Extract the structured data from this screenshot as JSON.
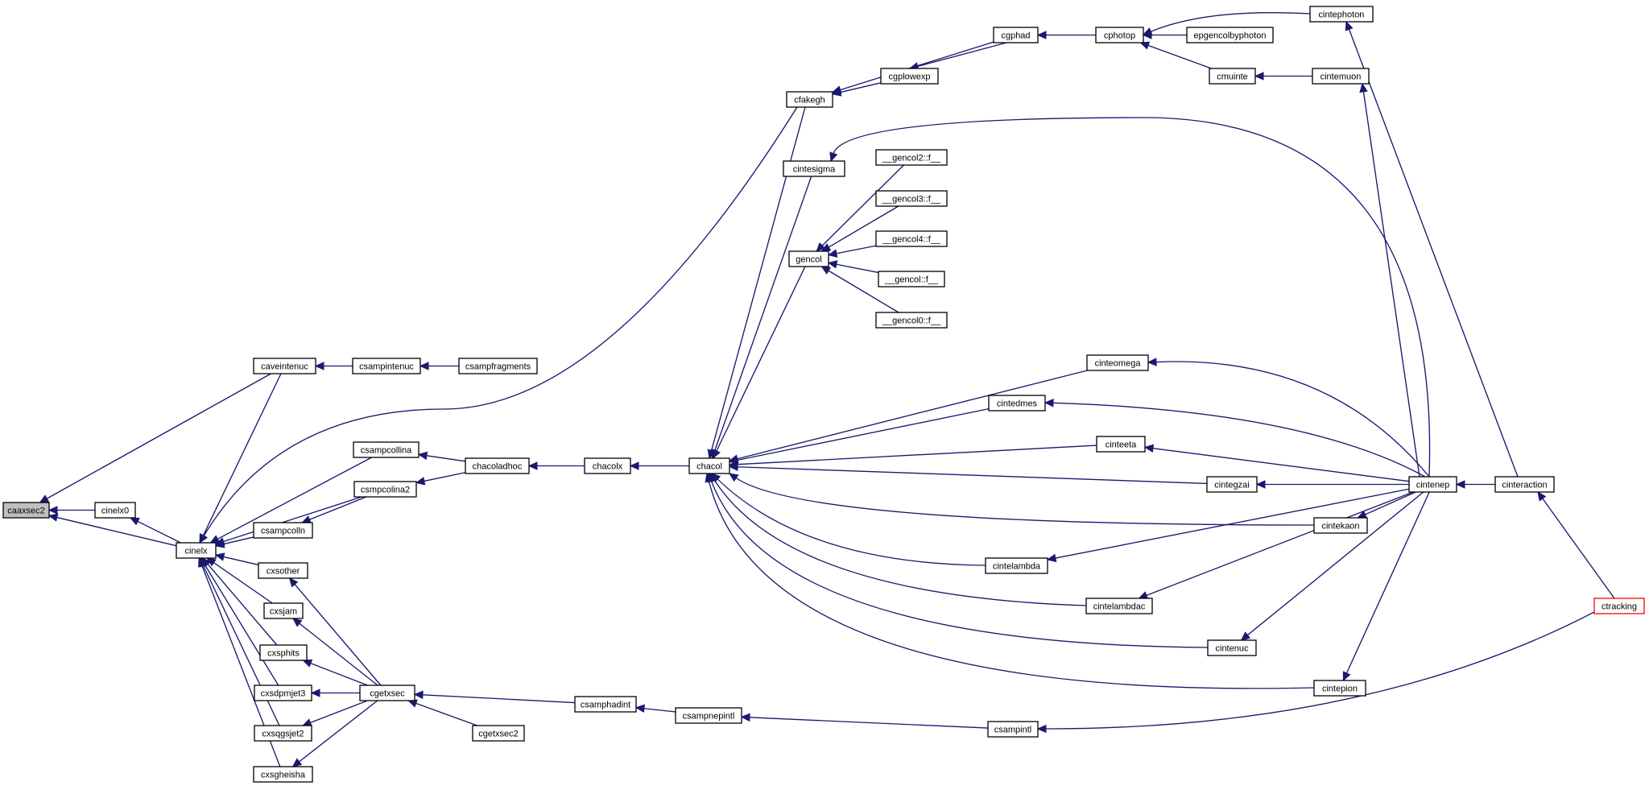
{
  "graph": {
    "edge_color": "#191970",
    "node_border_color": "#000000",
    "root_fill": "#bfbfbf",
    "highlight_color": "#ff0000",
    "nodes": [
      {
        "id": "caaxsec2",
        "label": "caaxsec2",
        "style": "root"
      },
      {
        "id": "cinelx0",
        "label": "cinelx0"
      },
      {
        "id": "cinelx",
        "label": "cinelx"
      },
      {
        "id": "caveintenuc",
        "label": "caveintenuc"
      },
      {
        "id": "csampintenuc",
        "label": "csampintenuc"
      },
      {
        "id": "csampfragments",
        "label": "csampfragments"
      },
      {
        "id": "csampcollina",
        "label": "csampcollina"
      },
      {
        "id": "csmpcolina2",
        "label": "csmpcolina2"
      },
      {
        "id": "csampcolln",
        "label": "csampcolln"
      },
      {
        "id": "cxsother",
        "label": "cxsother"
      },
      {
        "id": "cxsjam",
        "label": "cxsjam"
      },
      {
        "id": "cxsphits",
        "label": "cxsphits"
      },
      {
        "id": "cxsdpmjet3",
        "label": "cxsdpmjet3"
      },
      {
        "id": "cxsqgsjet2",
        "label": "cxsqgsjet2"
      },
      {
        "id": "cxsgheisha",
        "label": "cxsgheisha"
      },
      {
        "id": "cgetxsec",
        "label": "cgetxsec"
      },
      {
        "id": "cgetxsec2",
        "label": "cgetxsec2"
      },
      {
        "id": "chacoladhoc",
        "label": "chacoladhoc"
      },
      {
        "id": "chacolx",
        "label": "chacolx"
      },
      {
        "id": "chacol",
        "label": "chacol"
      },
      {
        "id": "cfakegh",
        "label": "cfakegh"
      },
      {
        "id": "cgplowexp",
        "label": "cgplowexp"
      },
      {
        "id": "cgphad",
        "label": "cgphad"
      },
      {
        "id": "cphotop",
        "label": "cphotop"
      },
      {
        "id": "cintephoton",
        "label": "cintephoton"
      },
      {
        "id": "epgencolbyphoton",
        "label": "epgencolbyphoton"
      },
      {
        "id": "cmuinte",
        "label": "cmuinte"
      },
      {
        "id": "cintemuon",
        "label": "cintemuon"
      },
      {
        "id": "cintesigma",
        "label": "cintesigma"
      },
      {
        "id": "gencol",
        "label": "gencol"
      },
      {
        "id": "gencol2",
        "label": "__gencol2::f__"
      },
      {
        "id": "gencol3",
        "label": "__gencol3::f__"
      },
      {
        "id": "gencol4",
        "label": "__gencol4::f__"
      },
      {
        "id": "gencol1",
        "label": "__gencol::f__"
      },
      {
        "id": "gencol0",
        "label": "__gencol0::f__"
      },
      {
        "id": "cinteomega",
        "label": "cinteomega"
      },
      {
        "id": "cintedmes",
        "label": "cintedmes"
      },
      {
        "id": "cinteeta",
        "label": "cinteeta"
      },
      {
        "id": "cintegzai",
        "label": "cintegzai"
      },
      {
        "id": "cintekaon",
        "label": "cintekaon"
      },
      {
        "id": "cintelambda",
        "label": "cintelambda"
      },
      {
        "id": "cintelambdac",
        "label": "cintelambdac"
      },
      {
        "id": "cintenuc",
        "label": "cintenuc"
      },
      {
        "id": "cintepion",
        "label": "cintepion"
      },
      {
        "id": "cintenep",
        "label": "cintenep"
      },
      {
        "id": "cinteraction",
        "label": "cinteraction"
      },
      {
        "id": "ctracking",
        "label": "ctracking",
        "style": "highlight"
      },
      {
        "id": "csamphadint",
        "label": "csamphadint"
      },
      {
        "id": "csampnepintl",
        "label": "csampnepintl"
      },
      {
        "id": "csampintl",
        "label": "csampintl"
      }
    ],
    "edges": [
      {
        "from": "caaxsec2",
        "to": "cinelx0"
      },
      {
        "from": "caaxsec2",
        "to": "caveintenuc"
      },
      {
        "from": "caaxsec2",
        "to": "cinelx"
      },
      {
        "from": "cinelx0",
        "to": "cinelx"
      },
      {
        "from": "cinelx",
        "to": "caveintenuc"
      },
      {
        "from": "cinelx",
        "to": "cfakegh"
      },
      {
        "from": "cinelx",
        "to": "csampcollina"
      },
      {
        "from": "cinelx",
        "to": "csmpcolina2"
      },
      {
        "from": "cinelx",
        "to": "csampcolln"
      },
      {
        "from": "cinelx",
        "to": "cxsother"
      },
      {
        "from": "cinelx",
        "to": "cxsjam"
      },
      {
        "from": "cinelx",
        "to": "cxsphits"
      },
      {
        "from": "cinelx",
        "to": "cxsdpmjet3"
      },
      {
        "from": "cinelx",
        "to": "cxsqgsjet2"
      },
      {
        "from": "cinelx",
        "to": "cxsgheisha"
      },
      {
        "from": "caveintenuc",
        "to": "csampintenuc"
      },
      {
        "from": "csampintenuc",
        "to": "csampfragments"
      },
      {
        "from": "csampcollina",
        "to": "chacoladhoc"
      },
      {
        "from": "csmpcolina2",
        "to": "chacoladhoc"
      },
      {
        "from": "csampcolln",
        "to": "csmpcolina2"
      },
      {
        "from": "chacoladhoc",
        "to": "chacolx"
      },
      {
        "from": "chacolx",
        "to": "chacol"
      },
      {
        "from": "cxsother",
        "to": "cgetxsec"
      },
      {
        "from": "cxsjam",
        "to": "cgetxsec"
      },
      {
        "from": "cxsphits",
        "to": "cgetxsec"
      },
      {
        "from": "cxsdpmjet3",
        "to": "cgetxsec"
      },
      {
        "from": "cxsqgsjet2",
        "to": "cgetxsec"
      },
      {
        "from": "cxsgheisha",
        "to": "cgetxsec"
      },
      {
        "from": "cgetxsec",
        "to": "csamphadint"
      },
      {
        "from": "cgetxsec",
        "to": "cgetxsec2"
      },
      {
        "from": "csamphadint",
        "to": "csampnepintl"
      },
      {
        "from": "csampnepintl",
        "to": "csampintl"
      },
      {
        "from": "csampintl",
        "to": "ctracking"
      },
      {
        "from": "chacol",
        "to": "cfakegh"
      },
      {
        "from": "chacol",
        "to": "cintesigma"
      },
      {
        "from": "chacol",
        "to": "gencol"
      },
      {
        "from": "chacol",
        "to": "cinteomega"
      },
      {
        "from": "chacol",
        "to": "cintedmes"
      },
      {
        "from": "chacol",
        "to": "cinteeta"
      },
      {
        "from": "chacol",
        "to": "cintegzai"
      },
      {
        "from": "chacol",
        "to": "cintekaon"
      },
      {
        "from": "chacol",
        "to": "cintelambda"
      },
      {
        "from": "chacol",
        "to": "cintelambdac"
      },
      {
        "from": "chacol",
        "to": "cintenuc"
      },
      {
        "from": "chacol",
        "to": "cintepion"
      },
      {
        "from": "cfakegh",
        "to": "cgphad"
      },
      {
        "from": "cfakegh",
        "to": "cgplowexp"
      },
      {
        "from": "cgplowexp",
        "to": "cgphad"
      },
      {
        "from": "cgphad",
        "to": "cphotop"
      },
      {
        "from": "cphotop",
        "to": "cintephoton"
      },
      {
        "from": "cphotop",
        "to": "epgencolbyphoton"
      },
      {
        "from": "cphotop",
        "to": "cmuinte"
      },
      {
        "from": "cmuinte",
        "to": "cintemuon"
      },
      {
        "from": "cintephoton",
        "to": "cinteraction"
      },
      {
        "from": "cintemuon",
        "to": "cintenep"
      },
      {
        "from": "cintesigma",
        "to": "cintenep"
      },
      {
        "from": "gencol",
        "to": "gencol2"
      },
      {
        "from": "gencol",
        "to": "gencol3"
      },
      {
        "from": "gencol",
        "to": "gencol4"
      },
      {
        "from": "gencol",
        "to": "gencol1"
      },
      {
        "from": "gencol",
        "to": "gencol0"
      },
      {
        "from": "cinteomega",
        "to": "cintenep"
      },
      {
        "from": "cintedmes",
        "to": "cintenep"
      },
      {
        "from": "cinteeta",
        "to": "cintenep"
      },
      {
        "from": "cintegzai",
        "to": "cintenep"
      },
      {
        "from": "cintekaon",
        "to": "cintenep"
      },
      {
        "from": "cintelambda",
        "to": "cintenep"
      },
      {
        "from": "cintelambdac",
        "to": "cintenep"
      },
      {
        "from": "cintenuc",
        "to": "cintenep"
      },
      {
        "from": "cintepion",
        "to": "cintenep"
      },
      {
        "from": "cintenep",
        "to": "cinteraction"
      },
      {
        "from": "cinteraction",
        "to": "ctracking"
      }
    ]
  }
}
